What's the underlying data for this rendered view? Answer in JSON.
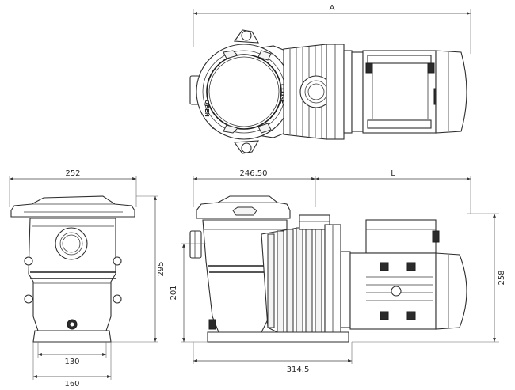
{
  "dimensions": {
    "overall_length": "A",
    "side_width": "252",
    "strainer_length": "246.50",
    "motor_length": "L",
    "side_height": "295",
    "overall_height": "258",
    "inlet_height": "201",
    "base_width_inner": "130",
    "base_width_outer": "160",
    "base_length": "314.5"
  },
  "lid_labels": {
    "left": "OPEN",
    "right": "CLOSE"
  }
}
